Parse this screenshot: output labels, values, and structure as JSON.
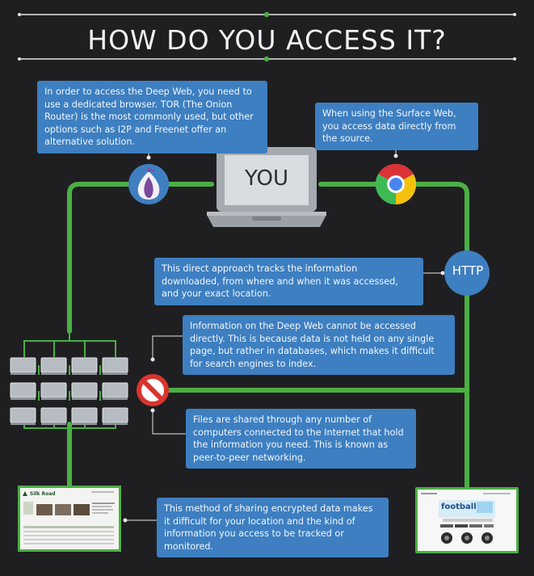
{
  "title": "HOW DO YOU ACCESS IT?",
  "center_label": "YOU",
  "http_label": "HTTP",
  "callouts": {
    "deep_web_browser": "In order to access the Deep Web, you need to use a dedicated browser. TOR (The Onion Router) is the most commonly used, but other options such as I2P and Freenet offer an alternative solution.",
    "surface_web": "When using the Surface Web, you access data directly from the source.",
    "direct_approach": "This direct approach tracks the information downloaded, from where and when it was accessed, and your exact location.",
    "deep_web_direct": "Information on the Deep Web cannot be accessed directly. This is because data is not held on any single page, but rather in databases, which makes it difficult for search engines to index.",
    "peer_to_peer": "Files are shared through any number of computers connected to the Internet that hold the information you need. This is known as peer-to-peer networking.",
    "encrypted_sharing": "This method of sharing encrypted data makes it difficult for your location and the kind of information you access to be tracked or monitored."
  },
  "thumbnails": {
    "left_site_name": "Silk Road",
    "right_site_name": "football"
  },
  "colors": {
    "background": "#1f1f21",
    "connector": "#4bb044",
    "callout": "#3d7fc1",
    "tor_purple": "#7a4a9c",
    "blocked": "#d8352d"
  },
  "icons": [
    "tor-onion-icon",
    "chrome-icon",
    "no-entry-icon",
    "laptop-icon",
    "computer-network-icon"
  ]
}
